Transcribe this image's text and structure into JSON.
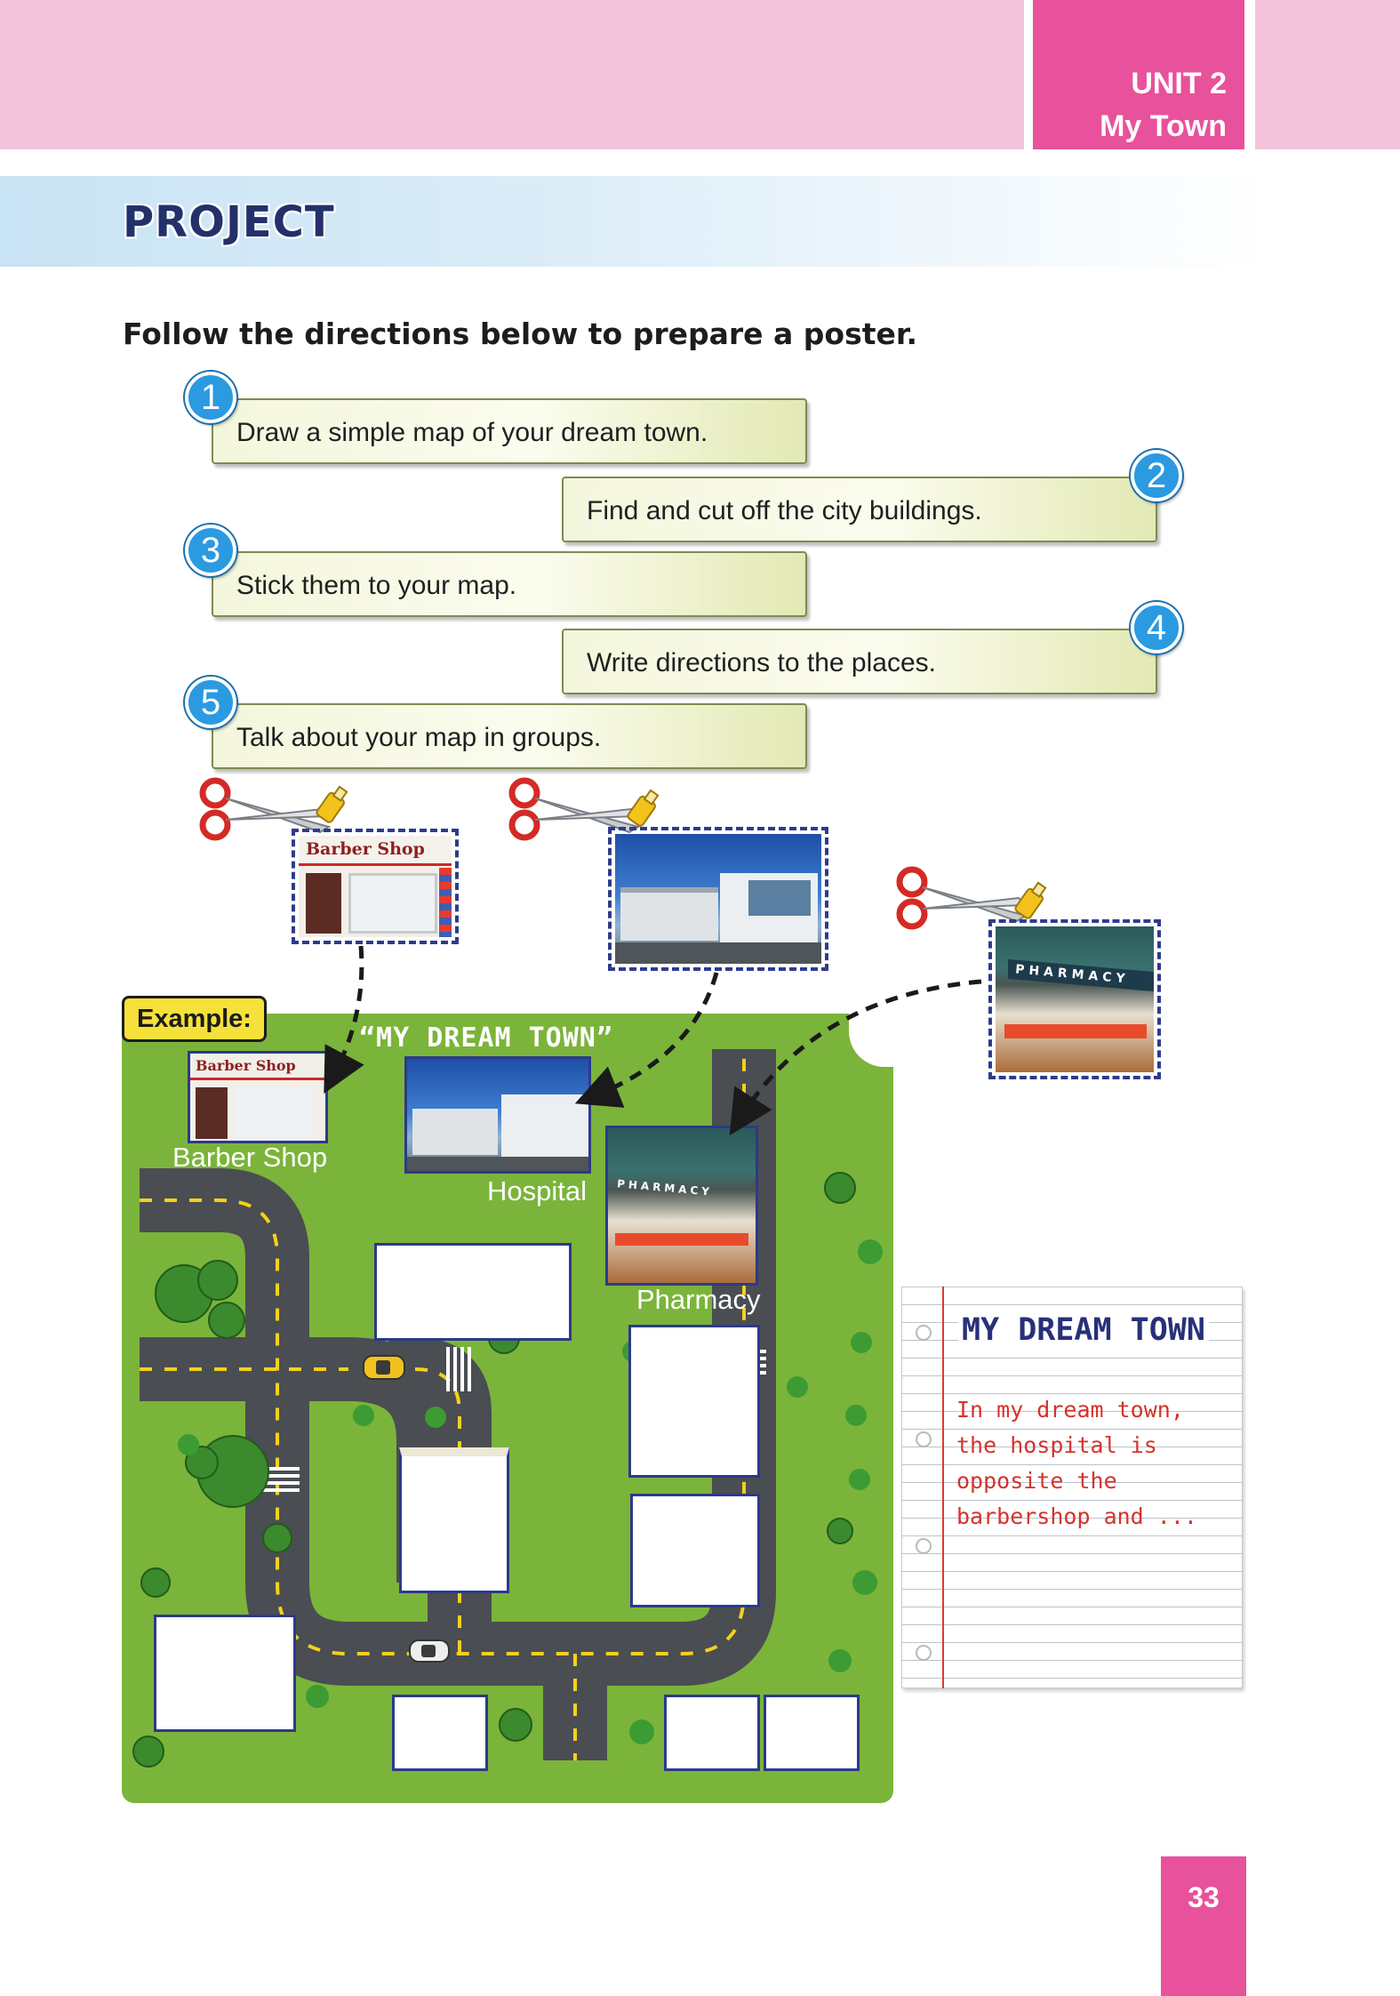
{
  "header": {
    "unit": "UNIT 2",
    "unit_title": "My Town",
    "section_title": "PROJECT"
  },
  "instruction": "Follow the directions below to prepare a poster.",
  "steps": [
    {
      "number": "1",
      "text": "Draw a simple map of your dream town."
    },
    {
      "number": "2",
      "text": "Find and cut off the city buildings."
    },
    {
      "number": "3",
      "text": "Stick them to your map."
    },
    {
      "number": "4",
      "text": "Write directions to the places."
    },
    {
      "number": "5",
      "text": "Talk about your map in groups."
    }
  ],
  "cutouts": {
    "barber_sign": "Barber Shop",
    "pharmacy_sign": "PHARMACY"
  },
  "example": {
    "tag": "Example:",
    "map_title": "“MY DREAM TOWN”",
    "labels": {
      "barber": "Barber Shop",
      "hospital": "Hospital",
      "pharmacy": "Pharmacy"
    }
  },
  "notebook": {
    "title": "MY DREAM TOWN",
    "body": "In my dream town, the hospital is opposite the barbershop and ..."
  },
  "page_number": "33",
  "colors": {
    "header_pink": "#f3c4dc",
    "unit_pink": "#e8519b",
    "title_navy": "#23306a",
    "step_blue": "#2b9ae0",
    "map_green": "#7bb43a",
    "road_gray": "#4a4d52",
    "example_yellow": "#f6e13a",
    "note_red": "#d4332c"
  },
  "icons": [
    "scissors-icon",
    "glue-bottle-icon",
    "car-icon",
    "tree-icon",
    "dashed-arrow"
  ]
}
